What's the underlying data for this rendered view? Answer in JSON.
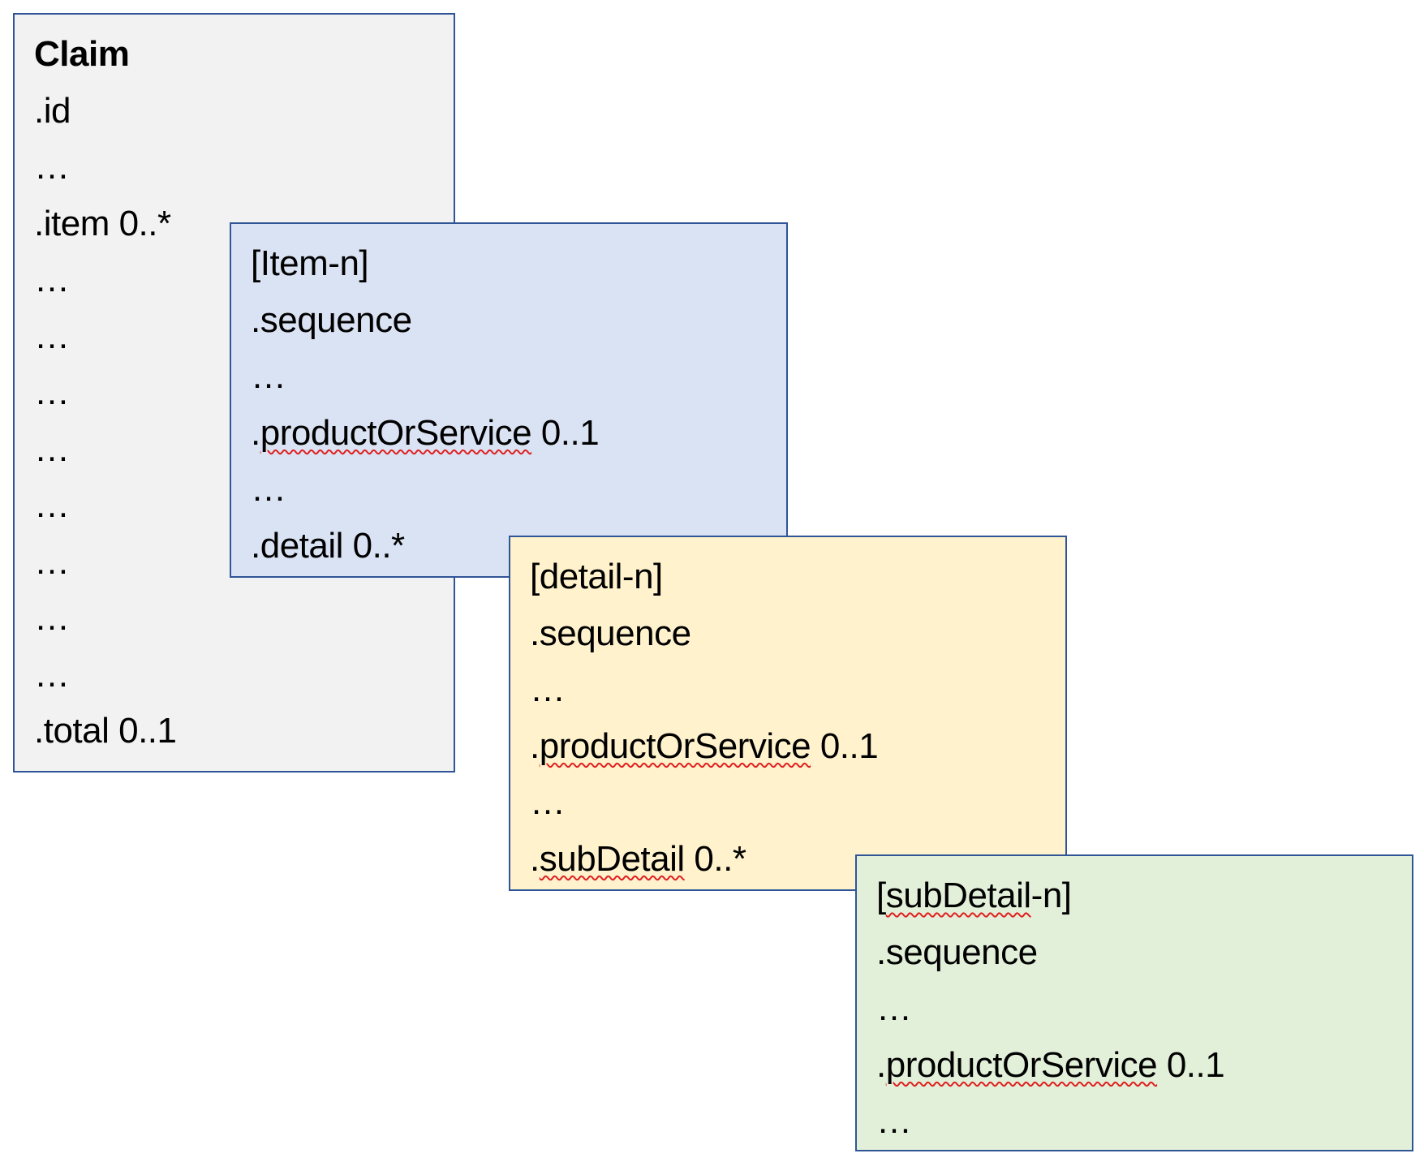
{
  "colors": {
    "border": "#2f5597",
    "claim": "#f2f2f2",
    "item": "#dae3f3",
    "detail": "#fff2cc",
    "subDetail": "#e2f0d9",
    "spellcheck": "#e02020"
  },
  "boxes": [
    {
      "id": "claim",
      "lines": [
        {
          "text": "Claim",
          "bold": true
        },
        {
          "text": ".id"
        },
        {
          "text": "…"
        },
        {
          "text": ".item 0..*"
        },
        {
          "text": "…"
        },
        {
          "text": "…"
        },
        {
          "text": "…"
        },
        {
          "text": "…"
        },
        {
          "text": "…"
        },
        {
          "text": "…"
        },
        {
          "text": "…"
        },
        {
          "text": "…"
        },
        {
          "text": ".total 0..1"
        }
      ]
    },
    {
      "id": "item",
      "lines": [
        {
          "text": "[Item-n]"
        },
        {
          "text": ".sequence"
        },
        {
          "text": "…"
        },
        {
          "text": ".productOrService 0..1",
          "squiggle": "productOrService"
        },
        {
          "text": "…"
        },
        {
          "text": ".detail 0..*"
        }
      ]
    },
    {
      "id": "detail",
      "lines": [
        {
          "text": "[detail-n]"
        },
        {
          "text": ".sequence"
        },
        {
          "text": "…"
        },
        {
          "text": ".productOrService 0..1",
          "squiggle": "productOrService"
        },
        {
          "text": "…"
        },
        {
          "text": ".subDetail 0..*",
          "squiggle": "subDetail"
        }
      ]
    },
    {
      "id": "subDetail",
      "lines": [
        {
          "text": "[subDetail-n]",
          "squiggle": "subDetail"
        },
        {
          "text": ".sequence"
        },
        {
          "text": "…"
        },
        {
          "text": ".productOrService 0..1",
          "squiggle": "productOrService"
        },
        {
          "text": "…"
        }
      ]
    }
  ]
}
